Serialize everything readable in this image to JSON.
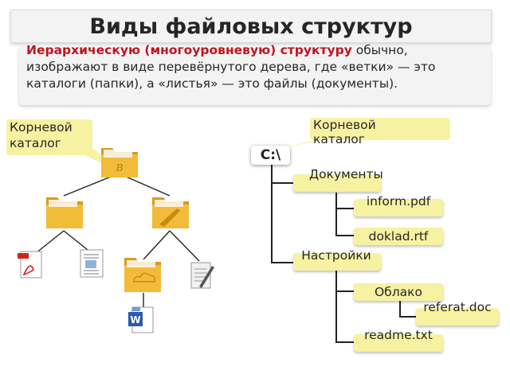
{
  "title": "Виды файловых структур",
  "intro": {
    "highlight": "Иерархическую (многоуровневую) структуру",
    "rest": " обычно, изображают в виде перевёрнутого дерева, где «ветки» — это каталоги (папки), а «листья» — это файлы (документы)."
  },
  "left_callout": "Корневой каталог",
  "right_callout": "Корневой каталог",
  "tree": {
    "root": "C:\\",
    "docs": "Документы",
    "inform": "inform.pdf",
    "doklad": "doklad.rtf",
    "settings": "Настройки",
    "cloud": "Облако",
    "referat": "referat.doc",
    "readme": "readme.txt"
  },
  "icons": [
    "root-folder-icon",
    "folder-icon",
    "folder-icon",
    "pdf-file-icon",
    "document-file-icon",
    "cloud-folder-icon",
    "text-file-icon",
    "word-file-icon"
  ],
  "colors": {
    "node_fill": "#f7f2a2",
    "folder": "#f2b630",
    "pdf_red": "#d4251c",
    "word_blue": "#2b5aa8"
  }
}
